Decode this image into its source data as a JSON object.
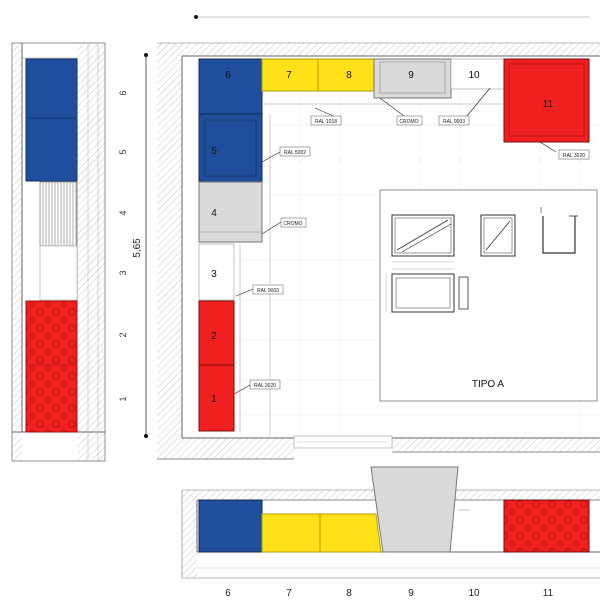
{
  "colors": {
    "blue": "#1f4e9c",
    "yellow": "#ffe11a",
    "grey": "#dadada",
    "red": "#f02020",
    "line": "#555555",
    "hatch": "#bdbdbd"
  },
  "top_numbers": [
    "6",
    "7",
    "8",
    "9",
    "10",
    "11"
  ],
  "side_numbers": [
    "1",
    "2",
    "3",
    "4",
    "5",
    "6"
  ],
  "bottom_numbers": [
    "6",
    "7",
    "8",
    "9",
    "10",
    "11"
  ],
  "dimension_label": "5,65",
  "callouts": {
    "ral_1018": "RAL 1018",
    "cromo_top": "CROMO",
    "ral_9003_top": "RAL 9003",
    "ral_3020_top": "RAL 3020",
    "ral_5002": "RAL 5002",
    "cromo_side": "CROMO",
    "ral_9003_side": "RAL 9003",
    "ral_3020_side": "RAL 3020"
  },
  "detail": {
    "title": "TIPO A"
  }
}
